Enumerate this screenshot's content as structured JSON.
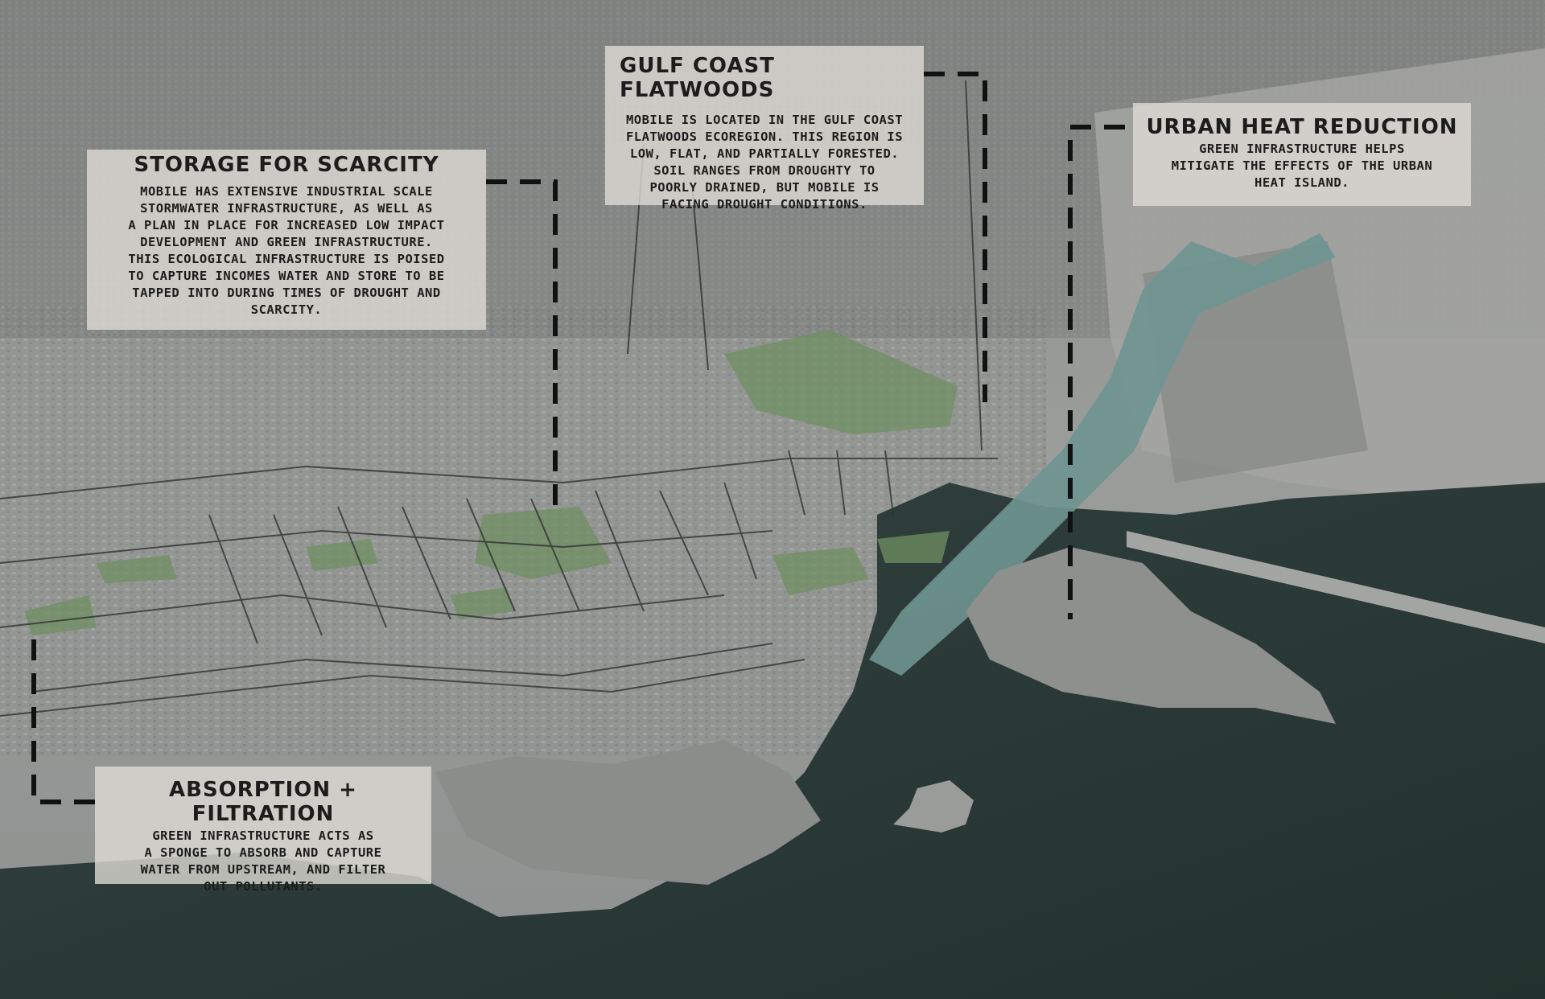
{
  "callouts": {
    "storage": {
      "title": "STORAGE FOR SCARCITY",
      "lines": [
        "MOBILE HAS EXTENSIVE INDUSTRIAL SCALE",
        "STORMWATER INFRASTRUCTURE, AS WELL AS",
        "A PLAN IN PLACE FOR INCREASED LOW IMPACT",
        "DEVELOPMENT AND GREEN INFRASTRUCTURE.",
        "THIS ECOLOGICAL INFRASTRUCTURE IS POISED",
        "TO CAPTURE INCOMES WATER AND STORE TO BE",
        "TAPPED INTO DURING TIMES OF DROUGHT AND",
        "SCARCITY."
      ]
    },
    "gulf": {
      "title": "GULF COAST FLATWOODS",
      "lines": [
        "MOBILE IS LOCATED IN THE GULF COAST",
        "FLATWOODS ECOREGION. THIS REGION IS",
        "LOW, FLAT, AND PARTIALLY FORESTED.",
        "SOIL RANGES FROM DROUGHTY TO",
        "POORLY DRAINED, BUT MOBILE IS",
        "FACING DROUGHT CONDITIONS."
      ]
    },
    "heat": {
      "title": "URBAN HEAT REDUCTION",
      "lines": [
        "GREEN INFRASTRUCTURE HELPS",
        "MITIGATE THE EFFECTS OF THE URBAN",
        "HEAT ISLAND."
      ]
    },
    "absorb": {
      "title": "ABSORPTION + FILTRATION",
      "lines": [
        "GREEN INFRASTRUCTURE ACTS AS",
        "A SPONGE TO ABSORB AND CAPTURE",
        "WATER FROM UPSTREAM, AND FILTER",
        "OUT POLLUTANTS."
      ]
    }
  },
  "colors": {
    "water": "#2c3b38",
    "river": "#7fa3a0",
    "land": "#9a9c9a",
    "park_green": "#6f8f62",
    "leader_line": "#111111",
    "callout_bg": "#dedbd4"
  }
}
